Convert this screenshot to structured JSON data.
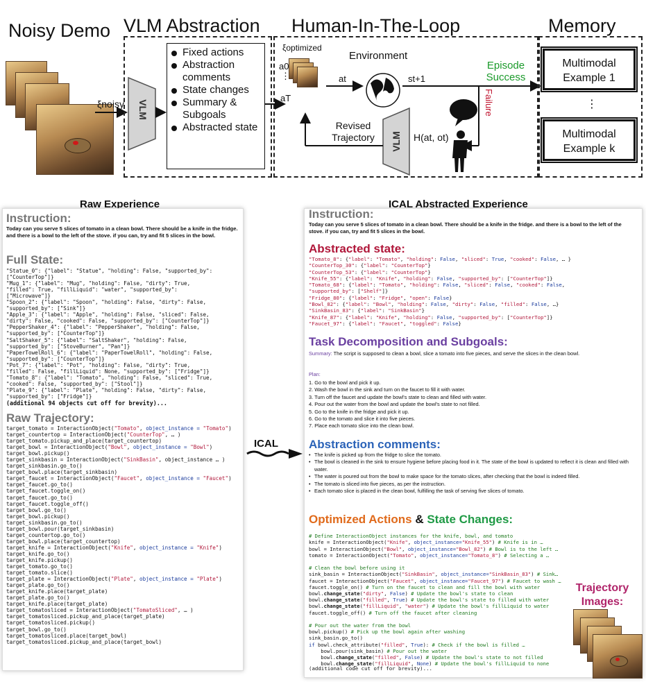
{
  "top": {
    "noisy_demo": "Noisy Demo",
    "xi_noisy": "ξnoisy",
    "vlm_abstraction": "VLM Abstraction",
    "vlm": "VLM",
    "bullets": [
      "Fixed actions",
      "Abstraction comments",
      "State changes",
      "Summary & Subgoals",
      "Abstracted state"
    ],
    "human_in_the_loop": "Human-In-The-Loop",
    "xi_optimized": "ξoptimized",
    "a0": "a0",
    "dots": "⋮",
    "aT": "aT",
    "environment": "Environment",
    "at": "at",
    "st1": "st+1",
    "episode_success": "Episode Success",
    "failure": "Failure",
    "revised_trajectory": "Revised Trajectory",
    "feedback": "H(at, ot)",
    "memory": "Memory",
    "example1": "Multimodal Example 1",
    "mem_dots": "⋮",
    "examplek": "Multimodal Example k",
    "colors": {
      "success": "#1a9a2a",
      "failure": "#c0142f"
    }
  },
  "raw": {
    "title": "Raw Experience",
    "instruction_h": "Instruction:",
    "instruction": "Today can you serve 5 slices of tomato in a clean bowl. There should be a knife in the fridge. and there is a bowl to the left of the stove. if you can, try and fit 5 slices in the bowl.",
    "full_state_h": "Full State:",
    "full_state": [
      "\"Statue_0\": {\"label\": \"Statue\", \"holding\": False, \"supported_by\":",
      "[\"CounterTop\"]}",
      "\"Mug_1\": {\"label\": \"Mug\", \"holding\": False, \"dirty\": True,",
      "\"filled\": True, \"fillLiquid\": \"water\", \"supported_by\":",
      "[\"Microwave\"]}",
      "\"Spoon_2\": {\"label\": \"Spoon\", \"holding\": False, \"dirty\": False,",
      "\"supported_by\": [\"Sink\"]}",
      "\"Apple_3\": {\"label\": \"Apple\", \"holding\": False, \"sliced\": False,",
      "\"dirty\": False, \"cooked\": False, \"supported_by\": [\"CounterTop\"]}",
      "\"PepperShaker_4\": {\"label\": \"PepperShaker\", \"holding\": False,",
      "\"supported_by\": [\"CounterTop\"]}",
      "\"SaltShaker_5\": {\"label\": \"SaltShaker\", \"holding\": False,",
      "\"supported_by\": [\"StoveBurner\", \"Pan\"]}",
      "\"PaperTowelRoll_6\": {\"label\": \"PaperTowelRoll\", \"holding\": False,",
      "\"supported_by\": [\"CounterTop\"]}",
      "\"Pot_7\": {\"label\": \"Pot\", \"holding\": False, \"dirty\": True,",
      "\"filled\": False, \"fillLiquid\": None, \"supported_by\": [\"Fridge\"]}",
      "\"Tomato_8\": {\"label\": \"Tomato\", \"holding\": False, \"sliced\": True,",
      "\"cooked\": False, \"supported_by\": [\"Stool\"]}",
      "\"Plate_9\": {\"label\": \"Plate\", \"holding\": False, \"dirty\": False,",
      "\"supported_by\": [\"Fridge\"]}"
    ],
    "cut_off": "(additional 94 objects cut off for brevity)...",
    "trajectory_h": "Raw Trajectory:",
    "trajectory": [
      "target_tomato = InteractionObject(\"Tomato\", object_instance = \"Tomato\")",
      "target_countertop = InteractionObject(\"CounterTop\", … )",
      "target_tomato.pickup_and_place(target_countertop)",
      "target_bowl = InteractionObject(\"Bowl\", object_instance = \"Bowl\")",
      "target_bowl.pickup()",
      "target_sinkbasin = InteractionObject(\"SinkBasin\", object_instance … )",
      "target_sinkbasin.go_to()",
      "target_bowl.place(target_sinkbasin)",
      "target_faucet = InteractionObject(\"Faucet\", object_instance = \"Faucet\")",
      "target_faucet.go_to()",
      "target_faucet.toggle_on()",
      "target_faucet.go_to()",
      "target_faucet.toggle_off()",
      "target_bowl.go_to()",
      "target_bowl.pickup()",
      "target_sinkbasin.go_to()",
      "target_bowl.pour(target_sinkbasin)",
      "target_countertop.go_to()",
      "target_bowl.place(target_countertop)",
      "target_knife = InteractionObject(\"Knife\", object_instance = \"Knife\")",
      "target_knife.go_to()",
      "target_knife.pickup()",
      "target_tomato.go_to()",
      "target_tomato.slice()",
      "target_plate = InteractionObject(\"Plate\", object_instance = \"Plate\")",
      "target_plate.go_to()",
      "target_knife.place(target_plate)",
      "target_plate.go_to()",
      "target_knife.place(target_plate)",
      "target_tomatosliced = InteractionObject(\"TomatoSliced\", … )",
      "target_tomatosliced.pickup_and_place(target_plate)",
      "target_tomatosliced.pickup()",
      "target_bowl.go_to()",
      "target_tomatosliced.place(target_bowl)",
      "target_tomatosliced.pickup_and_place(target_bowl)"
    ]
  },
  "ical_arrow": "ICAL",
  "abs": {
    "title": "ICAL Abstracted Experience",
    "instruction_h": "Instruction:",
    "instruction": "Today can you serve 5 slices of tomato in a clean bowl. There should be a knife in the fridge. and there is a bowl to the left of the stove. if you can, try and fit 5 slices in the bowl.",
    "state_h": "Abstracted state:",
    "state": [
      "\"Tomato_8\": {\"label\": \"Tomato\", \"holding\": False, \"sliced\": True, \"cooked\": False, … }",
      "\"CounterTop_30\": {\"label\": \"CounterTop\"}",
      "\"CounterTop_53\": {\"label\": \"CounterTop\"}",
      "\"Knife_55\": {\"label\": \"Knife\", \"holding\": False, \"supported_by\": [\"CounterTop\"]}",
      "\"Tomato_68\": {\"label\": \"Tomato\", \"holding\": False, \"sliced\": False, \"cooked\": False,",
      "\"supported_by\": [\"Shelf\"]}",
      "\"Fridge_80\": {\"label\": \"Fridge\", \"open\": False}",
      "\"Bowl_82\": {\"label\": \"Bowl\", \"holding\": False, \"dirty\": False, \"filled\": False, …}",
      "\"SinkBasin_83\": {\"label\": \"SinkBasin\"}",
      "\"Knife_87\": {\"label\": \"Knife\", \"holding\": False, \"supported_by\": [\"CounterTop\"]}",
      "\"Faucet_97\": {\"label\": \"Faucet\", \"toggled\": False}"
    ],
    "task_h": "Task Decomposition and Subgoals:",
    "summary_label": "Summary:",
    "summary": "The script is supposed to clean a bowl, slice a tomato into five pieces, and serve the slices in the clean bowl.",
    "plan_label": "Plan:",
    "plan": [
      "1. Go to the bowl and pick it up.",
      "2. Wash the bowl in the sink and turn on the faucet to fill it with water.",
      "3. Turn off the faucet and update the bowl's state to clean and filled with water.",
      "4. Pour out the water from the bowl and update the bowl's state to not filled.",
      "5. Go to the knife in the fridge and pick it up.",
      "6. Go to the tomato and slice it into five pieces.",
      "7. Place each tomato slice into the clean bowl."
    ],
    "comments_h": "Abstraction comments:",
    "comments": [
      "The knife is picked up from the fridge to slice the tomato.",
      "The bowl is cleaned in the sink to ensure hygiene before placing food in it. The state of the bowl is updated to reflect it is clean and filled with water.",
      "The water is poured out from the bowl to make space for the tomato slices, after checking that the bowl is indeed filled.",
      "The tomato is sliced into five pieces, as per the instruction.",
      "Each tomato slice is placed in the clean bowl, fulfilling the task of serving five slices of tomato."
    ],
    "actions_h1": "Optimized Actions",
    "actions_amp": " & ",
    "actions_h2": "State Changes:",
    "code_cut": "(additional code cut off for brevity)...",
    "traj_images": "Trajectory Images:",
    "colors": {
      "state": "#b0173a",
      "task": "#6a3fa0",
      "comments": "#2b63b8",
      "actions": "#e06a1b",
      "state_changes": "#1f9a45",
      "traj": "#b0246a"
    }
  }
}
